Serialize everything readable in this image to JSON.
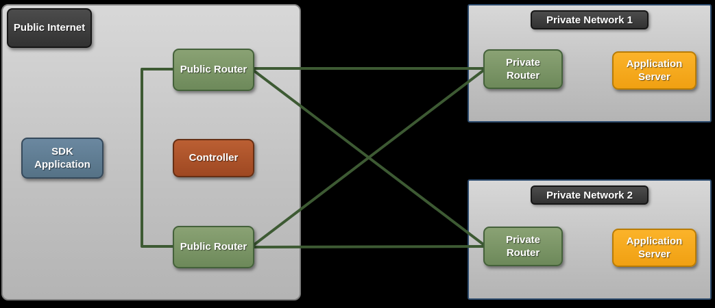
{
  "public_internet": {
    "label": "Public Internet",
    "sdk_application": "SDK Application",
    "controller": "Controller",
    "public_router_top": "Public Router",
    "public_router_bottom": "Public Router"
  },
  "private_network_1": {
    "label": "Private Network 1",
    "private_router": "Private Router",
    "application_server": "Application Server"
  },
  "private_network_2": {
    "label": "Private Network 2",
    "private_router": "Private Router",
    "application_server": "Application Server"
  },
  "colors": {
    "background": "#000000",
    "zone_gray": "#c8c8c8",
    "router_green": "#7c976a",
    "controller_rust": "#ae5029",
    "sdk_slate": "#5e7b92",
    "server_orange": "#f7a81e",
    "link_green": "#3d5a33",
    "label_dark": "#3d3d3d",
    "private_border_blue": "#2c4b6e"
  }
}
